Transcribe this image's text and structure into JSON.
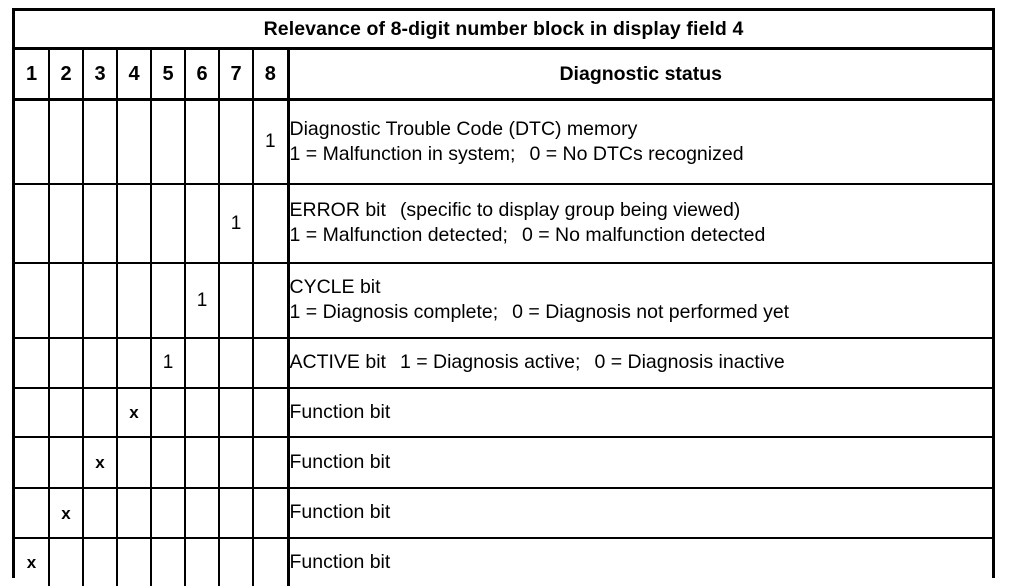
{
  "table": {
    "title": "Relevance of 8-digit number block in display field 4",
    "bit_columns": [
      "1",
      "2",
      "3",
      "4",
      "5",
      "6",
      "7",
      "8"
    ],
    "status_header": "Diagnostic status",
    "colors": {
      "border": "#000000",
      "background": "#ffffff",
      "text": "#000000"
    },
    "rows": [
      {
        "marks": [
          "",
          "",
          "",
          "",
          "",
          "",
          "",
          "1"
        ],
        "lines": [
          "Diagnostic Trouble Code (DTC) memory",
          "1 = Malfunction in system;   0 = No DTCs recognized"
        ],
        "line1_a": "Diagnostic Trouble Code (DTC) memory",
        "line2_a": "1 = Malfunction in system;",
        "line2_b": "0 = No DTCs recognized"
      },
      {
        "marks": [
          "",
          "",
          "",
          "",
          "",
          "",
          "1",
          ""
        ],
        "lines": [
          "ERROR bit   (specific to display group being viewed)",
          "1 = Malfunction detected;   0 = No malfunction detected"
        ],
        "line1_a": "ERROR bit",
        "line1_b": "(specific to display group being viewed)",
        "line2_a": "1 = Malfunction detected;",
        "line2_b": "0 = No malfunction detected"
      },
      {
        "marks": [
          "",
          "",
          "",
          "",
          "",
          "1",
          "",
          ""
        ],
        "lines": [
          "CYCLE bit",
          "1 = Diagnosis complete;   0 = Diagnosis not performed yet"
        ],
        "line1_a": "CYCLE bit",
        "line2_a": "1 = Diagnosis complete;",
        "line2_b": "0 = Diagnosis not performed yet"
      },
      {
        "marks": [
          "",
          "",
          "",
          "",
          "1",
          "",
          "",
          ""
        ],
        "lines": [
          "ACTIVE bit   1 = Diagnosis active;   0 = Diagnosis inactive"
        ],
        "line1_a": "ACTIVE bit",
        "line1_b": "1 = Diagnosis active;",
        "line1_c": "0 = Diagnosis inactive"
      },
      {
        "marks": [
          "",
          "",
          "",
          "x",
          "",
          "",
          "",
          ""
        ],
        "lines": [
          "Function bit"
        ],
        "line1_a": "Function bit"
      },
      {
        "marks": [
          "",
          "",
          "x",
          "",
          "",
          "",
          "",
          ""
        ],
        "lines": [
          "Function bit"
        ],
        "line1_a": "Function bit"
      },
      {
        "marks": [
          "",
          "x",
          "",
          "",
          "",
          "",
          "",
          ""
        ],
        "lines": [
          "Function bit"
        ],
        "line1_a": "Function bit"
      },
      {
        "marks": [
          "x",
          "",
          "",
          "",
          "",
          "",
          "",
          ""
        ],
        "lines": [
          "Function bit"
        ],
        "line1_a": "Function bit"
      }
    ]
  }
}
